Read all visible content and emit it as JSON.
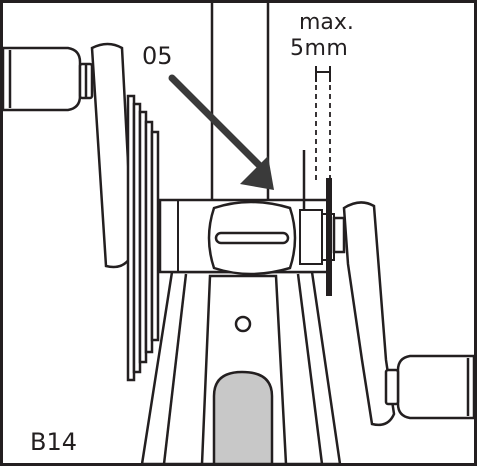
{
  "figure": {
    "id_label": "B14",
    "callout_number": "05",
    "clearance_line1": "max.",
    "clearance_line2": "5mm"
  },
  "colors": {
    "stroke": "#231f20",
    "fill_light": "#ffffff",
    "fill_gray": "#c8c8c8",
    "arrow": "#3a3a3a"
  }
}
